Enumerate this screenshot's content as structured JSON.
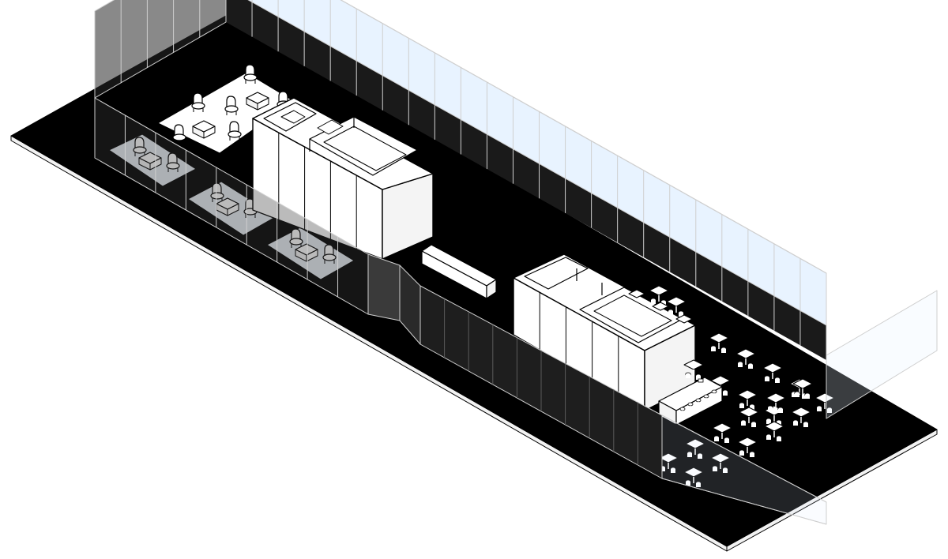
{
  "diagram": {
    "type": "isometric-floor-plan",
    "colors": {
      "background": "#ffffff",
      "floor": "#000000",
      "slab_edge": "#f2f2f2",
      "wall_dark": "#1a1a1a",
      "glass_top": "#e8f3ff",
      "mullion": "#cfcfcf",
      "box_top": "#ffffff",
      "box_side": "#f4f4f4",
      "rug": "#e9eef5",
      "line": "#000000"
    },
    "meeting_rooms": 2,
    "lounge_pods": 3,
    "cafe_tables": 22
  }
}
